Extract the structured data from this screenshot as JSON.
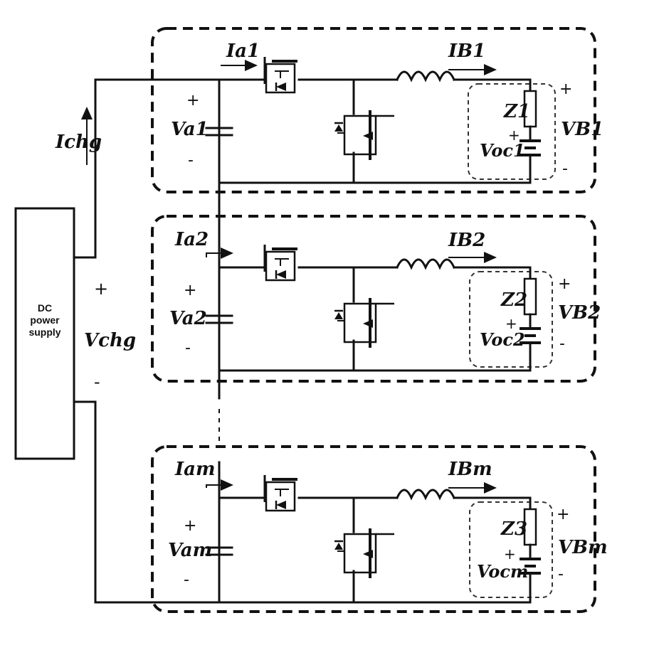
{
  "supply": {
    "line1": "DC",
    "line2": "power",
    "line3": "supply",
    "current_label": "Ichg",
    "voltage_label": "Vchg",
    "plus": "+",
    "minus": "-"
  },
  "modules": [
    {
      "ia": "Ia1",
      "va": "Va1",
      "ib": "IB1",
      "z": "Z1",
      "voc": "Voc1",
      "vb": "VB1"
    },
    {
      "ia": "Ia2",
      "va": "Va2",
      "ib": "IB2",
      "z": "Z2",
      "voc": "Voc2",
      "vb": "VB2"
    },
    {
      "ia": "Iam",
      "va": "Vam",
      "ib": "IBm",
      "z": "Z3",
      "voc": "Vocm",
      "vb": "VBm"
    }
  ],
  "signs": {
    "plus": "+",
    "minus": "-"
  }
}
